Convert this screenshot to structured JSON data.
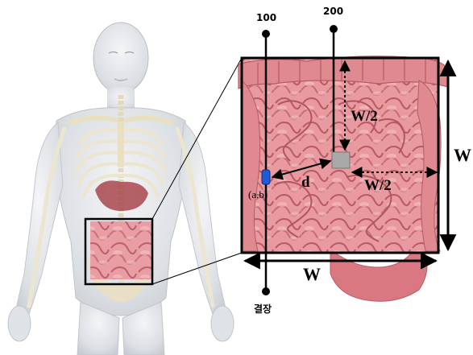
{
  "figure": {
    "probe_labels": {
      "probe_100": "100",
      "probe_200": "200",
      "probe_bottom": "결장"
    },
    "dimension_labels": {
      "w_half_vertical": "W/2",
      "w_half_horizontal": "W/2",
      "w_right": "W",
      "w_bottom": "W"
    },
    "distance_label": "d",
    "point_label": "(a,b)",
    "colors": {
      "sensor_blue": "#1e5bd6",
      "target_gray": "#a9a9a9",
      "intestine_pink": "#e8939a",
      "colon_pink": "#d97880",
      "body_gray": "#dfe2e6",
      "bone": "#ece5cf",
      "line": "#000000"
    }
  }
}
